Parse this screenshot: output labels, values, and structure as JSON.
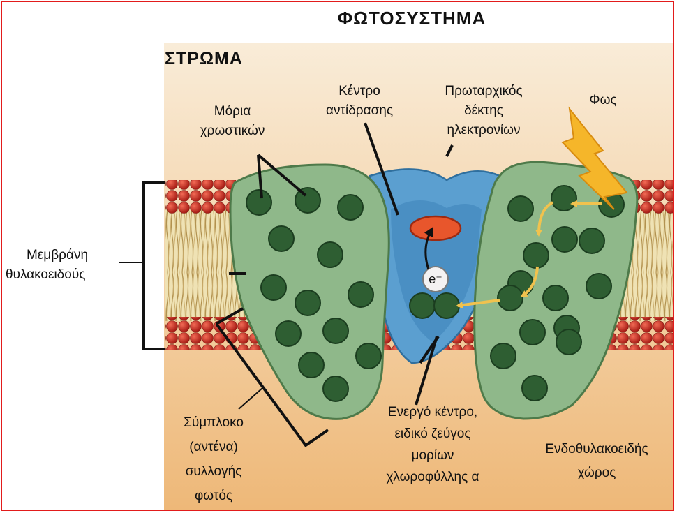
{
  "title": "ΦΩΤΟΣΥΣΤΗΜΑ",
  "regions": {
    "stroma": "ΣΤΡΩΜΑ",
    "lumen": [
      "Ενδοθυλακοειδής",
      "χώρος"
    ]
  },
  "labels": {
    "pigment_molecules": [
      "Μόρια",
      "χρωστικών"
    ],
    "reaction_center": [
      "Κέντρο",
      "αντίδρασης"
    ],
    "primary_acceptor": [
      "Πρωταρχικός",
      "δέκτης",
      "ηλεκτρονίων"
    ],
    "light": "Φως",
    "thylakoid_membrane": [
      "Μεμβράνη",
      "θυλακοειδούς"
    ],
    "antenna_complex": [
      "Σύμπλοκο",
      "(αντένα)",
      "συλλογής",
      "φωτός"
    ],
    "special_pair": [
      "Ενεργό κέντρο,",
      "ειδικό ζεύγος",
      "μορίων",
      "χλωροφύλλης α"
    ],
    "electron": "e⁻"
  },
  "colors": {
    "border": "#e21b1b",
    "stroma_bg": "#f7e1c5",
    "lumen_bg": "#efbd80",
    "antenna_green": "#8fb88a",
    "pigment_dark": "#2e5e32",
    "reaction_center_blue": "#5b9fd0",
    "acceptor_orange": "#e8562c",
    "light_bolt": "#f5b62a",
    "energy_arrow": "#f1c24e",
    "lipid_head": "#c8251c"
  }
}
